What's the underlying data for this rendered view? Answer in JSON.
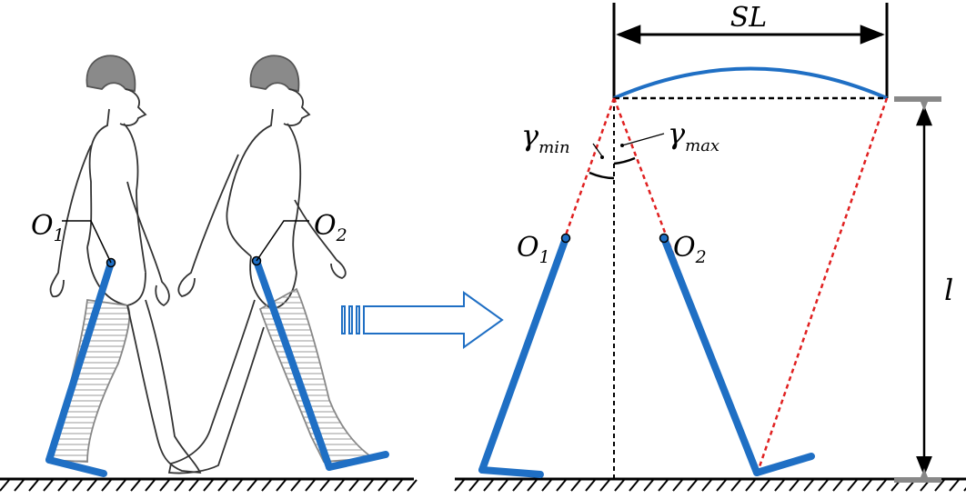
{
  "labels": {
    "stride_length": "SL",
    "leg_length": "l",
    "gamma_symbol": "γ",
    "gamma_min_sub": "min",
    "gamma_max_sub": "max",
    "joint_letter": "O",
    "joint_1_sub": "1",
    "joint_2_sub": "2"
  },
  "colors": {
    "leg": "#1f6fc4",
    "angle_line": "#e02020",
    "ink": "#000000",
    "arrow": "#1f6fc4",
    "ground_marker": "#888888"
  }
}
